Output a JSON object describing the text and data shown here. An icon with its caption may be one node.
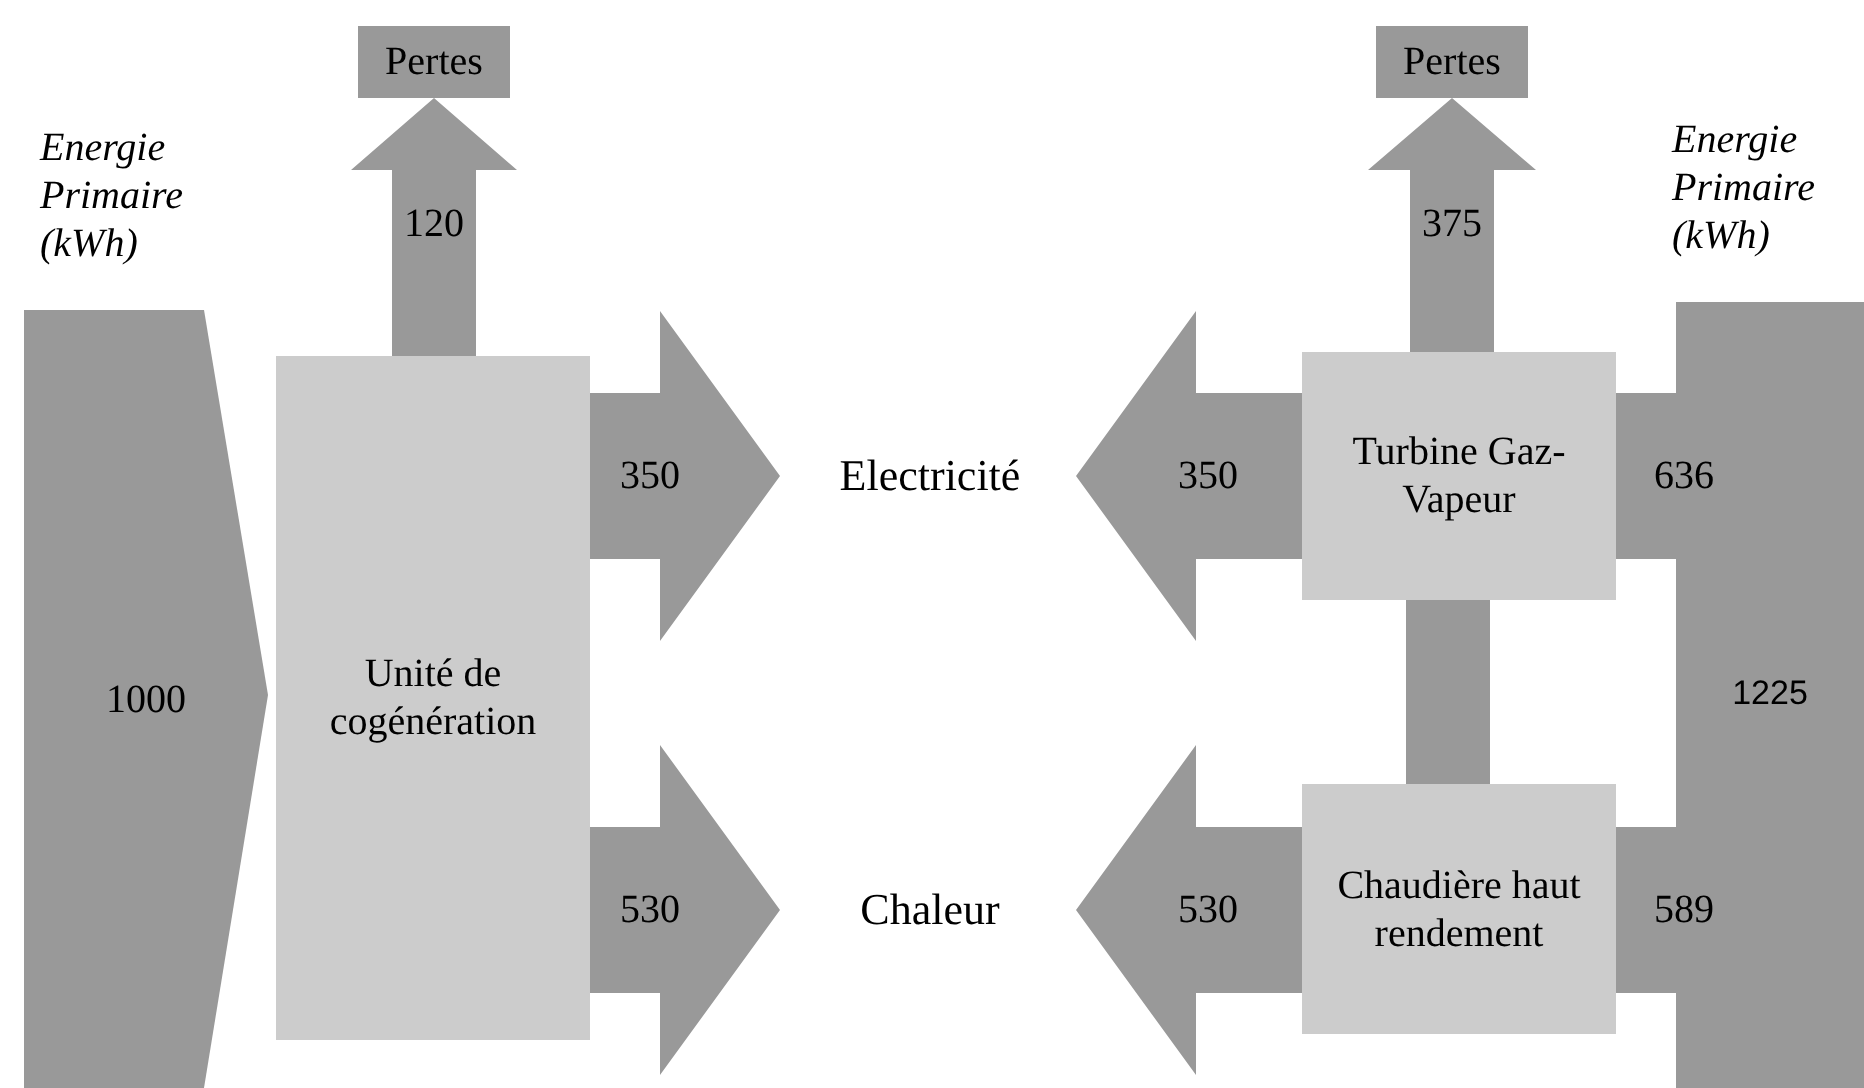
{
  "diagram": {
    "nodes": [
      {
        "text": [
          "Energie Primaire (kWh)",
          "1000"
        ]
      },
      {
        "text": [
          "Pertes"
        ]
      },
      {
        "text": [
          "Unité de cogénération"
        ]
      },
      {
        "text": [
          "Electricité"
        ]
      },
      {
        "text": [
          "Chaleur"
        ]
      },
      {
        "text": [
          "Pertes"
        ]
      },
      {
        "text": [
          "Turbine Gaz-Vapeur"
        ]
      },
      {
        "text": [
          "Chaudière haut rendement"
        ]
      },
      {
        "text": [
          "Energie Primaire (kWh)",
          "1225"
        ]
      }
    ],
    "edges": [
      {
        "from": 2,
        "to": 1,
        "arrow": "to",
        "label": "120"
      },
      {
        "from": 2,
        "to": 3,
        "arrow": "to",
        "label": "350"
      },
      {
        "from": 2,
        "to": 4,
        "arrow": "to",
        "label": "530"
      },
      {
        "from": 6,
        "to": 5,
        "arrow": "to",
        "label": "375"
      },
      {
        "from": 6,
        "to": 3,
        "arrow": "to",
        "label": "350"
      },
      {
        "from": 7,
        "to": 4,
        "arrow": "to",
        "label": "530"
      },
      {
        "from": 8,
        "to": 6,
        "arrow": "none",
        "label": "636"
      },
      {
        "from": 8,
        "to": 7,
        "arrow": "none",
        "label": "589"
      },
      {
        "from": 7,
        "to": 6,
        "arrow": "none"
      }
    ]
  }
}
